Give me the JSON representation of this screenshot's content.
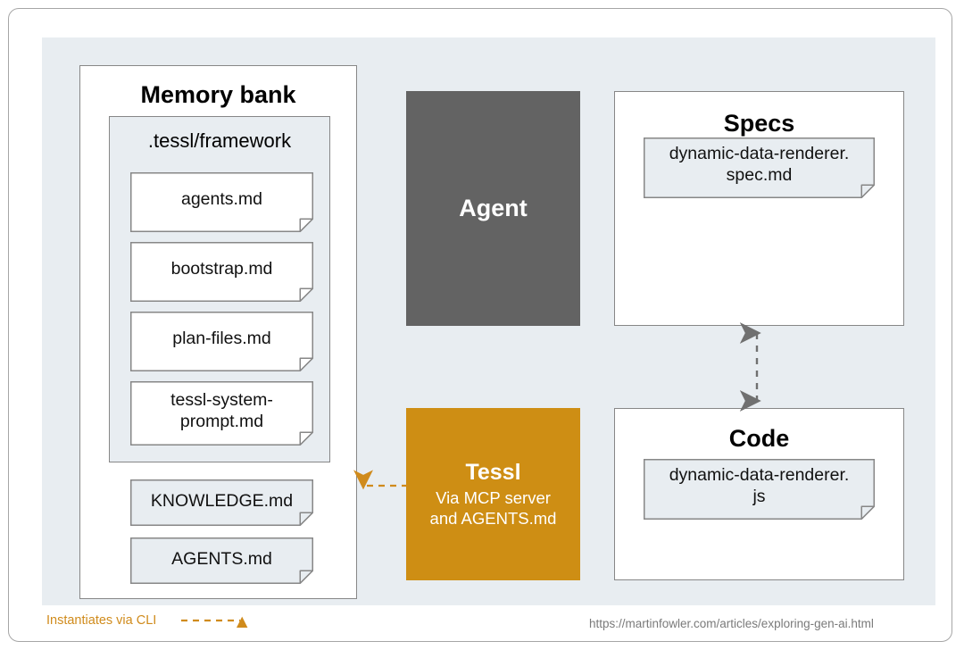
{
  "diagram": {
    "memory_bank": {
      "title": "Memory bank",
      "framework_group": {
        "label": ".tessl/framework",
        "files": [
          {
            "name": "agents.md"
          },
          {
            "name": "bootstrap.md"
          },
          {
            "name": "plan-files.md"
          },
          {
            "name": "tessl-system-prompt.md",
            "line1": "tessl-system-",
            "line2": "prompt.md"
          }
        ]
      },
      "root_files": [
        {
          "name": "KNOWLEDGE.md"
        },
        {
          "name": "AGENTS.md"
        }
      ]
    },
    "agent": {
      "title": "Agent",
      "color": "#636363"
    },
    "tessl": {
      "title": "Tessl",
      "subtitle_line1": "Via MCP server",
      "subtitle_line2": "and AGENTS.md",
      "color": "#ce8e14"
    },
    "specs": {
      "title": "Specs",
      "files": [
        {
          "line1": "dynamic-data-renderer.",
          "line2": "spec.md"
        }
      ]
    },
    "code": {
      "title": "Code",
      "files": [
        {
          "line1": "dynamic-data-renderer.",
          "line2": "js"
        }
      ]
    },
    "connectors": {
      "specs_code": {
        "style": "dashed",
        "heads": "both",
        "color": "#707070"
      },
      "tessl_memory": {
        "style": "dashed",
        "heads": "left",
        "color": "#d08b1c"
      }
    }
  },
  "footer": {
    "legend_label": "Instantiates via CLI",
    "legend_color": "#d08b1c",
    "url": "https://martinfowler.com/articles/exploring-gen-ai.html"
  }
}
